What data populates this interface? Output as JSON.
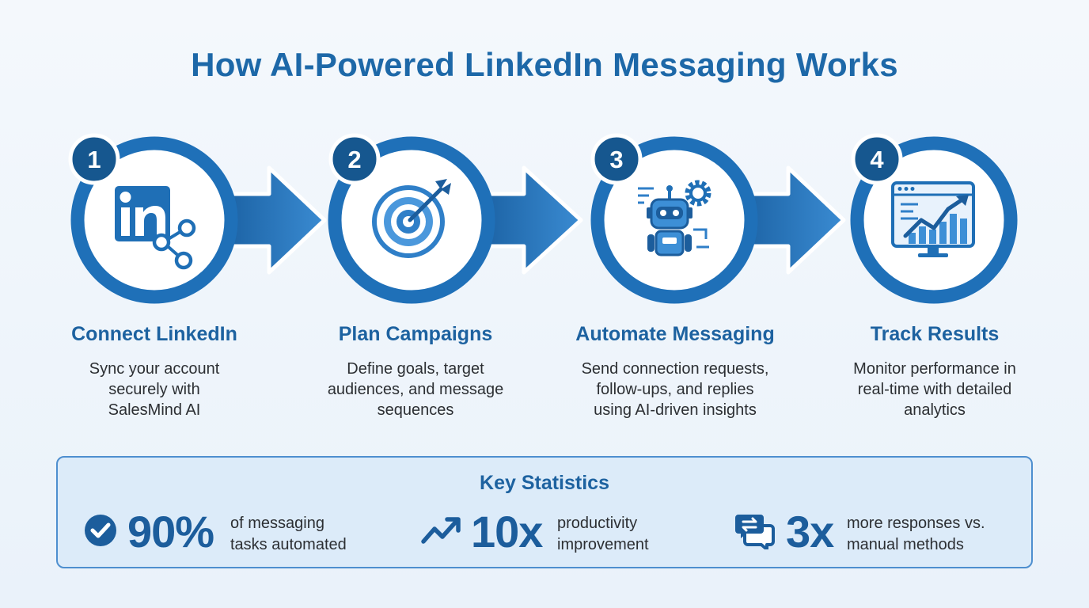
{
  "title": "How AI-Powered LinkedIn Messaging Works",
  "colors": {
    "primary": "#1d68a8",
    "ring": "#1f70b8",
    "arrow": "#2a78c2",
    "badge": "#16578f",
    "panel": "#dcebf9",
    "panel_border": "#4e8fcf"
  },
  "steps": [
    {
      "number": "1",
      "title": "Connect LinkedIn",
      "description_lines": [
        "Sync your account",
        "securely with",
        "SalesMind AI"
      ],
      "icon": "linkedin-share-icon"
    },
    {
      "number": "2",
      "title": "Plan Campaigns",
      "description_lines": [
        "Define goals, target",
        "audiences, and message",
        "sequences"
      ],
      "icon": "target-arrow-icon"
    },
    {
      "number": "3",
      "title": "Automate Messaging",
      "description_lines": [
        "Send connection requests,",
        "follow-ups, and replies",
        "using AI-driven insights"
      ],
      "icon": "robot-gear-icon"
    },
    {
      "number": "4",
      "title": "Track Results",
      "description_lines": [
        "Monitor performance in",
        "real-time with detailed",
        "analytics"
      ],
      "icon": "analytics-monitor-icon"
    }
  ],
  "stats": {
    "title": "Key Statistics",
    "items": [
      {
        "value": "90%",
        "label_lines": [
          "of messaging",
          "tasks automated"
        ],
        "icon": "check-circle-icon"
      },
      {
        "value": "10x",
        "label_lines": [
          "productivity",
          "improvement"
        ],
        "icon": "trending-up-icon"
      },
      {
        "value": "3x",
        "label_lines": [
          "more responses vs.",
          "manual methods"
        ],
        "icon": "chat-arrows-icon"
      }
    ]
  }
}
